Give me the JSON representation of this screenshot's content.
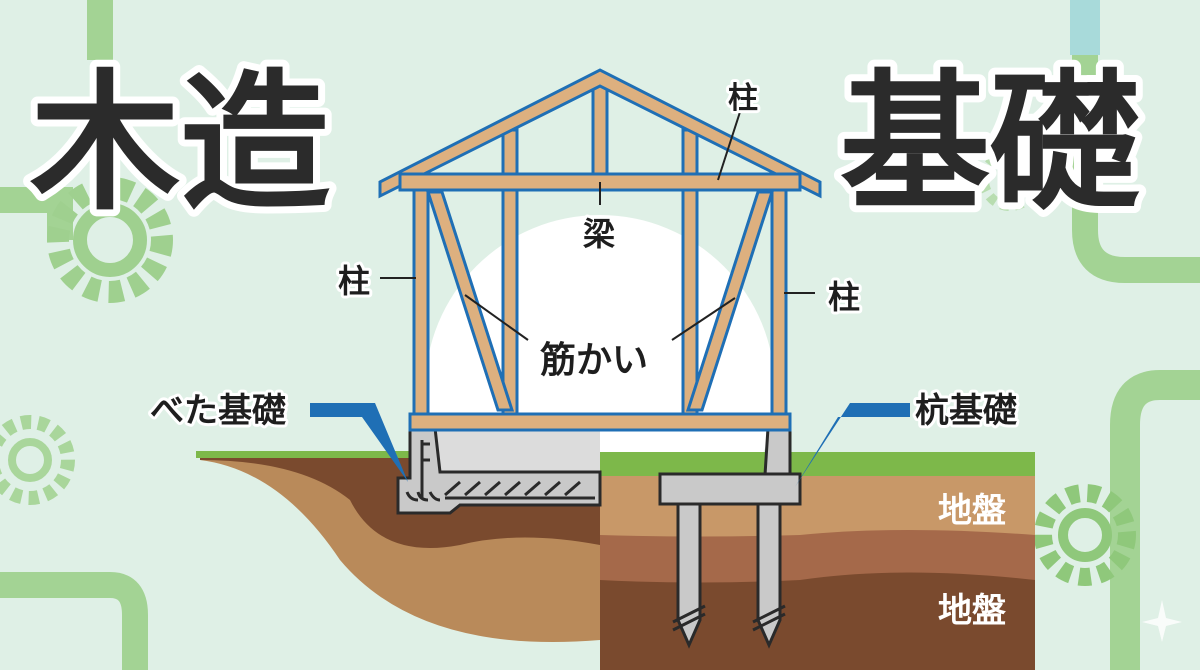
{
  "title_left": "木造",
  "title_right": "基礎",
  "labels": {
    "post_top": "柱",
    "post_left": "柱",
    "post_right": "柱",
    "beam": "梁",
    "brace": "筋かい",
    "mat_foundation": "べた基礎",
    "pile_foundation": "杭基礎",
    "ground_upper": "地盤",
    "ground_lower": "地盤"
  },
  "colors": {
    "background": "#dff0e6",
    "wood": "#ddb07f",
    "frame_outline": "#1f6fb5",
    "concrete": "#c9c9c9",
    "grass": "#7db84a",
    "soil_dark": "#7a4a2e",
    "soil_light": "#b98a5a"
  }
}
